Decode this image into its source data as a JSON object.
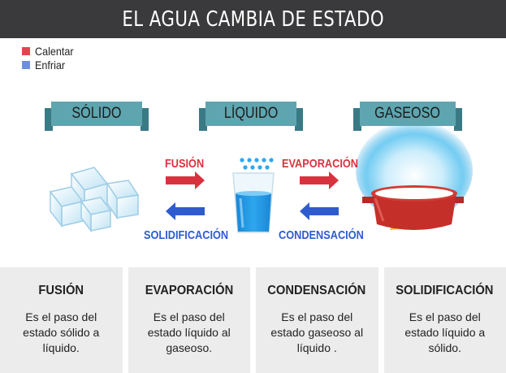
{
  "title": "EL AGUA CAMBIA DE ESTADO",
  "legend": [
    {
      "label": "Calentar",
      "color": "#e8414e"
    },
    {
      "label": "Enfriar",
      "color": "#6e8fe0"
    }
  ],
  "states": {
    "solid": "SÓLIDO",
    "liquid": "LÍQUIDO",
    "gas": "GASEOSO"
  },
  "processes": {
    "fusion": {
      "label": "FUSIÓN",
      "color": "#d9323f"
    },
    "evaporation": {
      "label": "EVAPORACIÓN",
      "color": "#d9323f"
    },
    "solidification": {
      "label": "SOLIDIFICACIÓN",
      "color": "#2f5bd0"
    },
    "condensation": {
      "label": "CONDENSACIÓN",
      "color": "#2f5bd0"
    }
  },
  "cards": [
    {
      "title": "FUSIÓN",
      "text": "Es el paso del estado sólido a líquido."
    },
    {
      "title": "EVAPORACIÓN",
      "text": "Es el paso del estado líquido al gaseoso."
    },
    {
      "title": "CONDENSACIÓN",
      "text": "Es el paso del estado gaseoso al líquido ."
    },
    {
      "title": "SOLIDIFICACIÓN",
      "text": "Es el paso del estado líquido a sólido."
    }
  ]
}
